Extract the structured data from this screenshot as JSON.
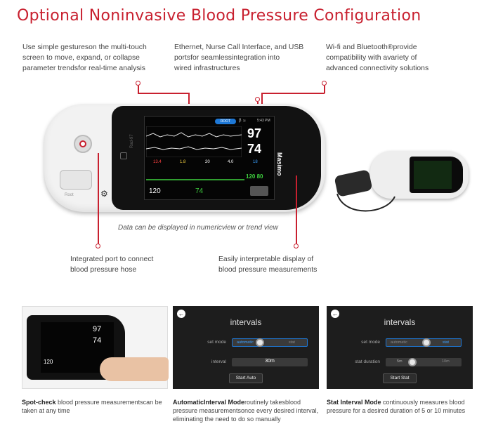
{
  "title": "Optional Noninvasive Blood Pressure Configuration",
  "callouts": {
    "gestures": [
      "Use simple gestureson the multi-touch",
      "screen to move, expand, or collapse",
      "parameter trendsfor real-time analysis"
    ],
    "ethernet": [
      "Ethernet, Nurse Call Interface, and USB",
      "portsfor seamlessintegration into",
      "wired infrastructures"
    ],
    "wifi": [
      "Wi-fi and Bluetooth®provide",
      "compatibility with avariety of",
      "advanced connectivity solutions"
    ],
    "port": [
      "Integrated port to connect",
      "blood pressure hose"
    ],
    "display": [
      "Easily interpretable display of",
      "blood pressure measurements"
    ]
  },
  "view_caption": "Data can be displayed in numericview or trend view",
  "device": {
    "brand": "Masimo",
    "pulse_value": "97",
    "spo2_value": "74",
    "bp_value": "120 80",
    "bp_label": "120",
    "pr_label": "74",
    "time": "5:43 PM",
    "status_pill": "ROOT",
    "rainbow_label": "Root",
    "small_values": [
      "13.4",
      "1.8",
      "20",
      "4.0",
      "18"
    ],
    "side_label": "Rad-97"
  },
  "panels": {
    "interval_auto": {
      "header": "intervals",
      "set_mode_label": "set mode",
      "mode_left": "automatic",
      "mode_right": "stat",
      "interval_label": "interval",
      "interval_value": "30m",
      "button": "Start Auto"
    },
    "interval_stat": {
      "header": "intervals",
      "set_mode_label": "set mode",
      "mode_left": "automatic",
      "mode_right": "stat",
      "duration_label": "stat duration",
      "duration_left": "5m",
      "duration_right": "10m",
      "button": "Start Stat"
    }
  },
  "captions": {
    "spot": {
      "bold": "Spot-check",
      "text": " blood pressure measurementscan be taken at any time"
    },
    "auto": {
      "bold": "AutomaticInterval Mode",
      "text": "routinely takesblood pressure measurementsonce every desired interval, eliminating the need to do so manually"
    },
    "stat": {
      "bold": "Stat Interval Mode",
      "text": " continuously measures blood pressure for a desired duration of 5 or 10 minutes"
    }
  },
  "colors": {
    "accent": "#c8202f",
    "screen_green": "#3fd13f",
    "screen_red": "#ff4040",
    "screen_blue": "#3aa0ff"
  }
}
